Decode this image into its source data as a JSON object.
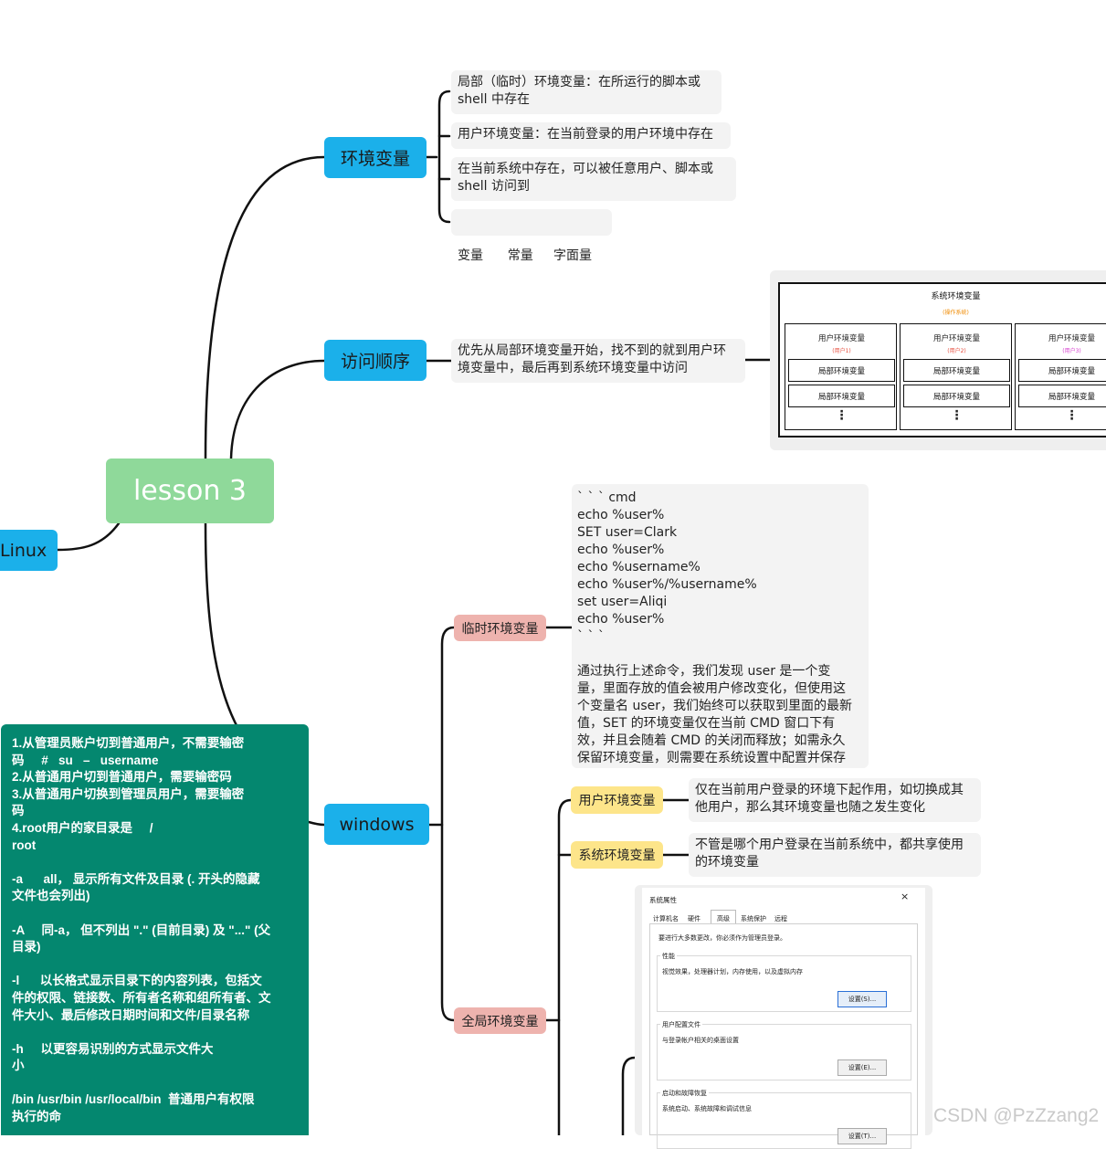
{
  "root": {
    "label": "lesson 3"
  },
  "linux": {
    "label": "Linux"
  },
  "env": {
    "label": "环境变量",
    "items": [
      "局部（临时）环境变量：在所运行的脚本或",
      "shell 中存在",
      "用户环境变量：在当前登录的用户环境中存在",
      "在当前系统中存在，可以被任意用户、脚本或",
      "shell 访问到",
      "变量      常量     字面量"
    ]
  },
  "order": {
    "label": "访问顺序",
    "text_line1": "优先从局部环境变量开始，找不到的就到用户环",
    "text_line2": "境变量中，最后再到系统环境变量中访问"
  },
  "diagram": {
    "title": "系统环境变量",
    "subtitle": "(操作系统)",
    "user_label": "用户环境变量",
    "users": [
      "(用户1)",
      "(用户2)",
      "(用户3)"
    ],
    "local_label": "局部环境变量",
    "dots": "⋮",
    "colors": {
      "subtitle": "#f08a00",
      "user": "#e74c3c",
      "user3": "#d63ccf"
    }
  },
  "windows": {
    "label": "windows",
    "temp": {
      "label": "临时环境变量",
      "code": [
        "` ` ` cmd",
        "echo %user%",
        "SET user=Clark",
        "echo %user%",
        "echo %username%",
        "echo %user%/%username%",
        "set user=Aliqi",
        "echo %user%",
        "` ` `"
      ],
      "desc": [
        "通过执行上述命令，我们发现 user 是一个变",
        "量，里面存放的值会被用户修改变化，但使用这",
        "个变量名 user，我们始终可以获取到里面的最新",
        "值，SET 的环境变量仅在当前 CMD 窗口下有",
        "效，并且会随着 CMD 的关闭而释放；如需永久",
        "保留环境变量，则需要在系统设置中配置并保存"
      ]
    },
    "user_env": {
      "label": "用户环境变量",
      "desc": [
        "仅在当前用户登录的环境下起作用，如切换成其",
        "他用户，那么其环境变量也随之发生变化"
      ]
    },
    "sys_env": {
      "label": "系统环境变量",
      "desc": [
        "不管是哪个用户登录在当前系统中，都共享使用",
        "的环境变量"
      ]
    },
    "global_env": {
      "label": "全局环境变量"
    }
  },
  "dialog": {
    "title": "系统属性",
    "close": "×",
    "tabs": [
      "计算机名",
      "硬件",
      "高级",
      "系统保护",
      "远程"
    ],
    "admin_note": "要进行大多数更改，你必须作为管理员登录。",
    "perf_title": "性能",
    "perf_text": "视觉效果，处理器计划，内存使用，以及虚拟内存",
    "perf_btn": "设置(S)...",
    "profile_title": "用户配置文件",
    "profile_text": "与登录帐户相关的桌面设置",
    "profile_btn": "设置(E)...",
    "startup_title": "启动和故障恢复",
    "startup_text": "系统启动、系统故障和调试信息",
    "startup_btn": "设置(T)..."
  },
  "note": {
    "paragraphs": [
      "1.从管理员账户切到普通用户，不需要输密\n码     #   su   –   username\n2.从普通用户切到普通用户，需要输密码\n3.从普通用户切换到管理员用户，需要输密\n码\n4.root用户的家目录是     /\nroot",
      "-a      all， 显示所有文件及目录 (. 开头的隐藏\n文件也会列出)",
      "-A     同-a， 但不列出 \".\" (目前目录) 及 \"...\" (父\n目录)",
      "-l      以长格式显示目录下的内容列表，包括文\n件的权限、链接数、所有者名称和组所有者、文\n件大小、最后修改日期时间和文件/目录名称",
      "-h     以更容易识别的方式显示文件大\n小",
      "/bin /usr/bin /usr/local/bin  普通用户有权限\n执行的命"
    ]
  },
  "watermark": "CSDN @PzZzang2"
}
